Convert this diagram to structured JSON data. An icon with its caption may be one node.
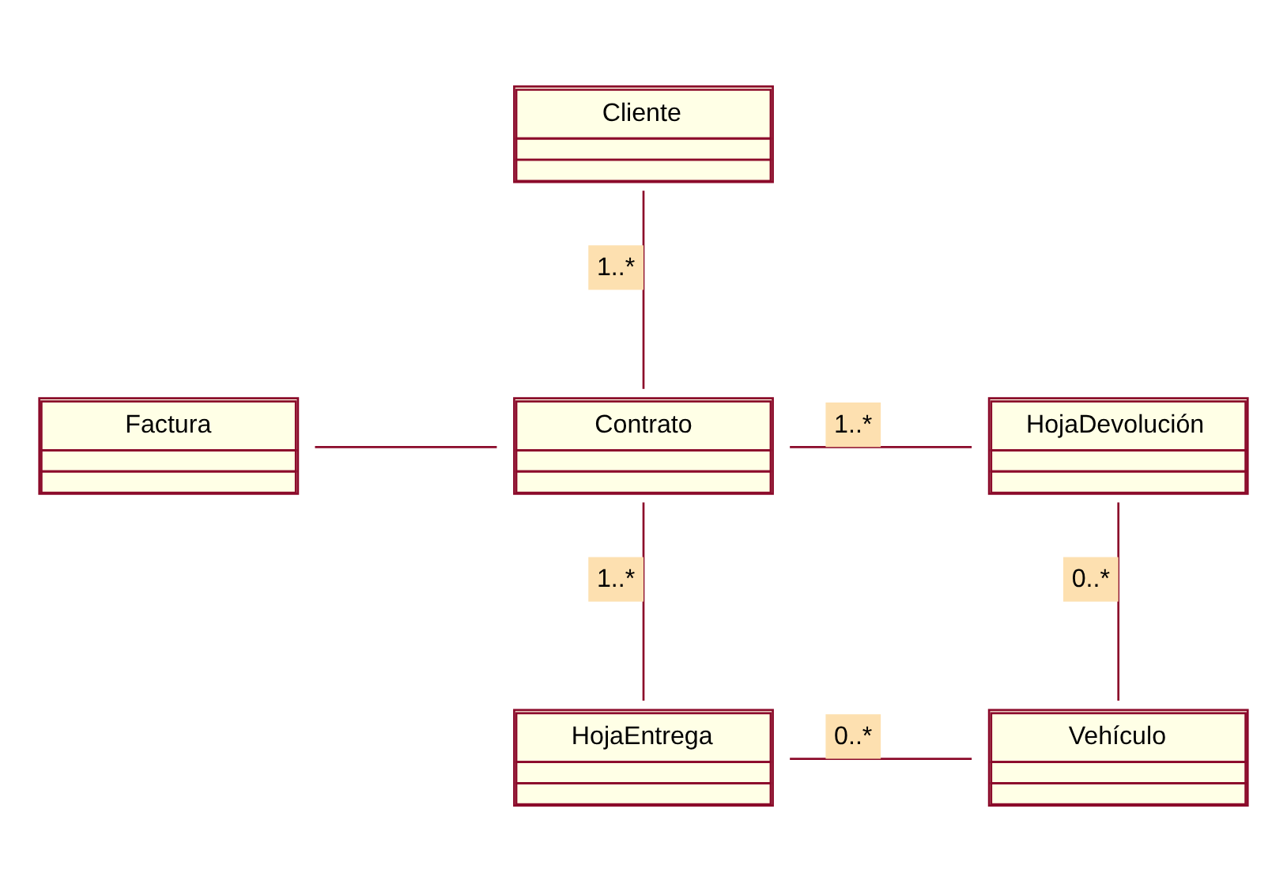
{
  "diagram": {
    "nodes": [
      {
        "text": [
          "Cliente"
        ]
      },
      {
        "text": [
          "Factura"
        ]
      },
      {
        "text": [
          "Contrato"
        ]
      },
      {
        "text": [
          "HojaDevolución"
        ]
      },
      {
        "text": [
          "HojaEntrega"
        ]
      },
      {
        "text": [
          "Vehículo"
        ]
      }
    ],
    "edges": [
      {
        "from": 0,
        "to": 2,
        "arrow": "none",
        "label": "1..*"
      },
      {
        "from": 1,
        "to": 2,
        "arrow": "none"
      },
      {
        "from": 2,
        "to": 3,
        "arrow": "none",
        "label": "1..*"
      },
      {
        "from": 3,
        "to": 5,
        "arrow": "none",
        "label": "0..*"
      },
      {
        "from": 2,
        "to": 4,
        "arrow": "none",
        "label": "1..*"
      },
      {
        "from": 4,
        "to": 5,
        "arrow": "none",
        "label": "0..*"
      }
    ]
  }
}
